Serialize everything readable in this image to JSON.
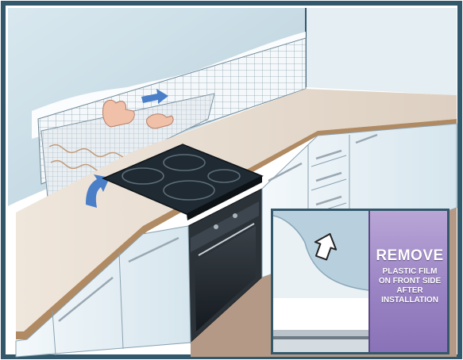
{
  "callout": {
    "title": "REMOVE",
    "lines": [
      "PLASTIC FILM",
      "ON FRONT SIDE",
      "AFTER",
      "INSTALLATION"
    ]
  },
  "colors": {
    "frame": "#33586b",
    "wall": "#cfe1ea",
    "countertop": "#e8ddd2",
    "cabinet": "#e9f2f6",
    "panel_accent": "#9b84c4",
    "arrow": "#4a7fc8"
  },
  "icons": [
    "hand-icon",
    "arrow-up-icon",
    "arrow-right-icon",
    "cooktop-icon",
    "oven-icon"
  ]
}
